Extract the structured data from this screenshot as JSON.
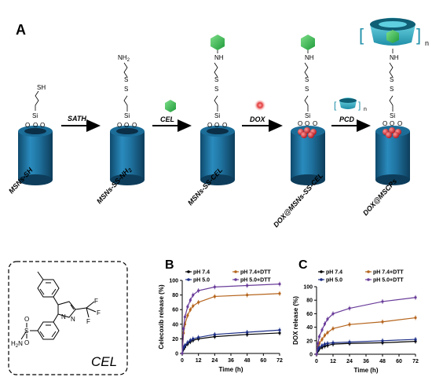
{
  "panels": {
    "a": "A",
    "b": "B",
    "c": "C"
  },
  "scheme": {
    "steps": [
      {
        "caption": "MSNs-SH",
        "arrow": "SATH"
      },
      {
        "caption": "MSNs-SS-NH",
        "sub": "2",
        "arrow": "CEL"
      },
      {
        "caption": "MSNs-SS-CEL",
        "arrow": "DOX"
      },
      {
        "caption": "DOX@MSNs-SS-CEL",
        "arrow": "PCD"
      },
      {
        "caption": "DOX@MSCPs"
      }
    ],
    "chem": {
      "sh": "SH",
      "s": "S",
      "si": "Si",
      "o": "O",
      "nh2": "NH",
      "nh": "NH",
      "two": "2",
      "n": "n"
    }
  },
  "structure": {
    "label": "CEL",
    "atoms": {
      "h2n": "H",
      "h2sub": "2",
      "n_amine": "N",
      "s": "S",
      "o": "O",
      "n": "N",
      "f": "F"
    }
  },
  "colors": {
    "blue": "#1d2e86",
    "orange": "#b5651d",
    "purple": "#6a3d9a",
    "black": "#000000",
    "tube": "#1b6d98",
    "hexagon": "#2fb34a",
    "dox": "#e23a3a",
    "pcd": "#38b6c9"
  },
  "chart_data": [
    {
      "type": "line",
      "panel": "B",
      "ylabel": "Celecoxib release (%)",
      "xlabel": "Time   (h)",
      "xlim": [
        0,
        72
      ],
      "ylim": [
        0,
        100
      ],
      "xticks": [
        0,
        12,
        24,
        36,
        48,
        60,
        72
      ],
      "yticks": [
        0,
        20,
        40,
        60,
        80,
        100
      ],
      "legend": [
        "pH 7.4",
        "pH 7.4+DTT",
        "pH 5.0",
        "pH 5.0+DTT"
      ],
      "series": [
        {
          "name": "pH 7.4",
          "color": "black",
          "x": [
            0,
            1,
            2,
            4,
            6,
            8,
            12,
            24,
            48,
            72
          ],
          "y": [
            0,
            6,
            9,
            13,
            16,
            18,
            20,
            23,
            26,
            28
          ]
        },
        {
          "name": "pH 7.4+DTT",
          "color": "orange",
          "x": [
            0,
            1,
            2,
            4,
            6,
            8,
            12,
            24,
            48,
            72
          ],
          "y": [
            0,
            28,
            40,
            52,
            60,
            65,
            70,
            78,
            80,
            82
          ]
        },
        {
          "name": "pH 5.0",
          "color": "blue",
          "x": [
            0,
            1,
            2,
            4,
            6,
            8,
            12,
            24,
            48,
            72
          ],
          "y": [
            0,
            8,
            11,
            15,
            18,
            20,
            22,
            26,
            29,
            32
          ]
        },
        {
          "name": "pH 5.0+DTT",
          "color": "purple",
          "x": [
            0,
            1,
            2,
            4,
            6,
            8,
            12,
            24,
            48,
            72
          ],
          "y": [
            0,
            34,
            50,
            64,
            73,
            80,
            86,
            91,
            93,
            95
          ]
        }
      ]
    },
    {
      "type": "line",
      "panel": "C",
      "ylabel": "DOX release (%)",
      "xlabel": "Time   (h)",
      "xlim": [
        0,
        72
      ],
      "ylim": [
        0,
        100
      ],
      "xticks": [
        0,
        12,
        24,
        36,
        48,
        60,
        72
      ],
      "yticks": [
        0,
        20,
        40,
        60,
        80,
        100
      ],
      "legend": [
        "pH 7.4",
        "pH 7.4+DTT",
        "pH 5.0",
        "pH 5.0+DTT"
      ],
      "series": [
        {
          "name": "pH 7.4",
          "color": "black",
          "x": [
            0,
            1,
            2,
            4,
            6,
            8,
            12,
            24,
            48,
            72
          ],
          "y": [
            0,
            5,
            8,
            10,
            12,
            13,
            15,
            16,
            17,
            19
          ]
        },
        {
          "name": "pH 7.4+DTT",
          "color": "orange",
          "x": [
            0,
            1,
            2,
            4,
            6,
            8,
            12,
            24,
            48,
            72
          ],
          "y": [
            0,
            10,
            16,
            22,
            28,
            32,
            38,
            44,
            48,
            54
          ]
        },
        {
          "name": "pH 5.0",
          "color": "blue",
          "x": [
            0,
            1,
            2,
            4,
            6,
            8,
            12,
            24,
            48,
            72
          ],
          "y": [
            0,
            7,
            10,
            13,
            15,
            16,
            17,
            18,
            20,
            22
          ]
        },
        {
          "name": "pH 5.0+DTT",
          "color": "purple",
          "x": [
            0,
            1,
            2,
            4,
            6,
            8,
            12,
            24,
            48,
            72
          ],
          "y": [
            0,
            16,
            26,
            36,
            45,
            52,
            60,
            68,
            78,
            84
          ]
        }
      ]
    }
  ]
}
